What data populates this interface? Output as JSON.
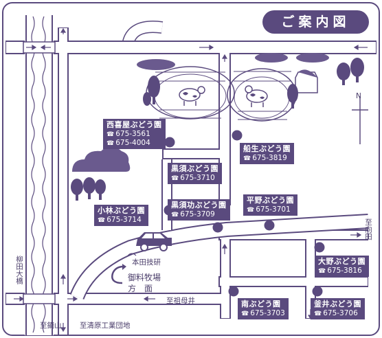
{
  "title": "ご案内図",
  "colors": {
    "accent": "#5a4a7e",
    "road_fill": "#ffffff",
    "road_edge": "#5a4a7e",
    "background": "#ffffff"
  },
  "phone_icon": "telephone-icon",
  "vineyards": [
    {
      "id": "nishikiya",
      "name": "西喜屋ぶどう園",
      "phones": [
        "675-3561",
        "675-4004"
      ]
    },
    {
      "id": "funao",
      "name": "船生ぶどう園",
      "phones": [
        "675-3819"
      ]
    },
    {
      "id": "kurosu",
      "name": "黒須ぶどう園",
      "phones": [
        "675-3710"
      ]
    },
    {
      "id": "kurosu-isao",
      "name": "黒須功ぶどう園",
      "phones": [
        "675-3709"
      ]
    },
    {
      "id": "kobayashi",
      "name": "小林ぶどう園",
      "phones": [
        "675-3714"
      ]
    },
    {
      "id": "hirano",
      "name": "平野ぶどう園",
      "phones": [
        "675-3701"
      ]
    },
    {
      "id": "ono",
      "name": "大野ぶどう園",
      "phones": [
        "675-3816"
      ]
    },
    {
      "id": "minami",
      "name": "南ぶどう園",
      "phones": [
        "675-3703"
      ]
    },
    {
      "id": "kamai",
      "name": "釜井ぶどう園",
      "phones": [
        "675-3706"
      ]
    }
  ],
  "places": {
    "honda": "本田技研",
    "ranch": "御料牧場",
    "ranch_direction": "方　面",
    "sobohai": "至祖母井",
    "mukaida": "至向田",
    "kaburayama": "至鏑山",
    "kiyohara": "至清原工業団地",
    "yanagita_bridge": "柳田大橋",
    "north": "N"
  }
}
